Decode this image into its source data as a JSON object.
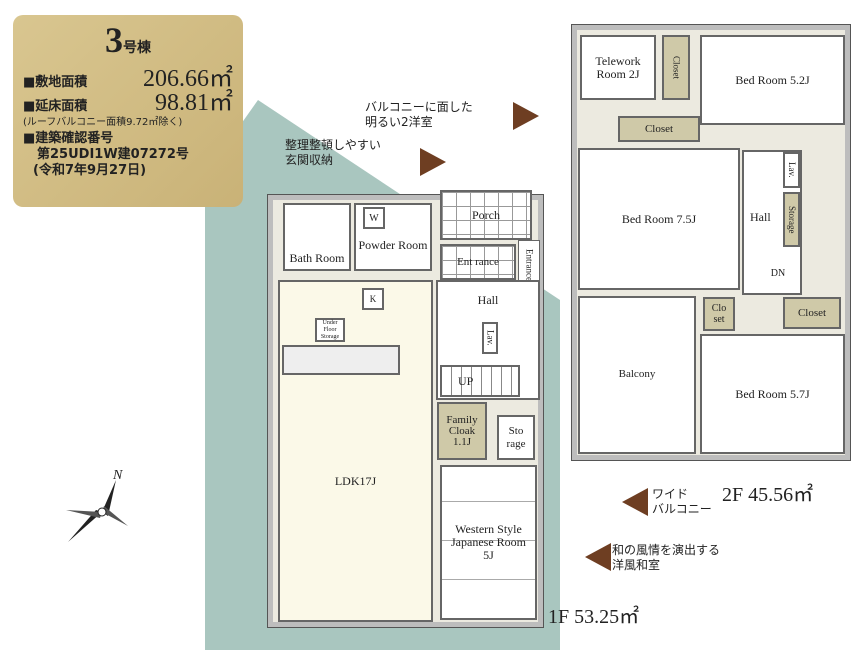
{
  "info": {
    "building_no": "3",
    "building_suffix": "号棟",
    "site_label": "■敷地面積",
    "site_value": "206.66㎡",
    "floor_label": "■延床面積",
    "floor_value": "98.81㎡",
    "floor_note": "(ルーフバルコニー面積9.72㎡除く)",
    "permit_label": "■建築確認番号",
    "permit_no": "第25UDI1W建07272号",
    "permit_date": "(令和7年9月27日)"
  },
  "notes": {
    "entrance": [
      "整理整頓しやすい",
      "玄関収納"
    ],
    "bedroom": [
      "バルコニーに面した",
      "明るい2洋室"
    ],
    "balcony": [
      "ワイド",
      "バルコニー"
    ],
    "japanese": [
      "和の風情を演出する",
      "洋風和室"
    ]
  },
  "first_floor": {
    "area": "1F 53.25㎡",
    "rooms": {
      "bath": "Bath Room",
      "powder": "Powder Room",
      "w": "W",
      "porch": "Porch",
      "entrance": "Ent rance",
      "entrance_storage": "Entrance Storage",
      "hall": "Hall",
      "lav": "Lav.",
      "up": "UP",
      "k": "K",
      "underfloor": "Under Floor Storage",
      "ldk": "LDK17J",
      "family_cloak": "Family Cloak 1.1J",
      "storage": "Sto rage",
      "western": "Western Style Japanese Room 5J"
    }
  },
  "second_floor": {
    "area": "2F 45.56㎡",
    "rooms": {
      "telework": "Telework Room 2J",
      "closet1": "Closet",
      "bed1": "Bed Room 5.2J",
      "closet2": "Closet",
      "bed2": "Bed Room 7.5J",
      "hall": "Hall",
      "lav": "Lav.",
      "storage": "Storage",
      "dn": "DN",
      "balcony": "Balcony",
      "closet3": "Clo set",
      "closet4": "Closet",
      "bed3": "Bed Room 5.7J"
    }
  },
  "compass": "N"
}
